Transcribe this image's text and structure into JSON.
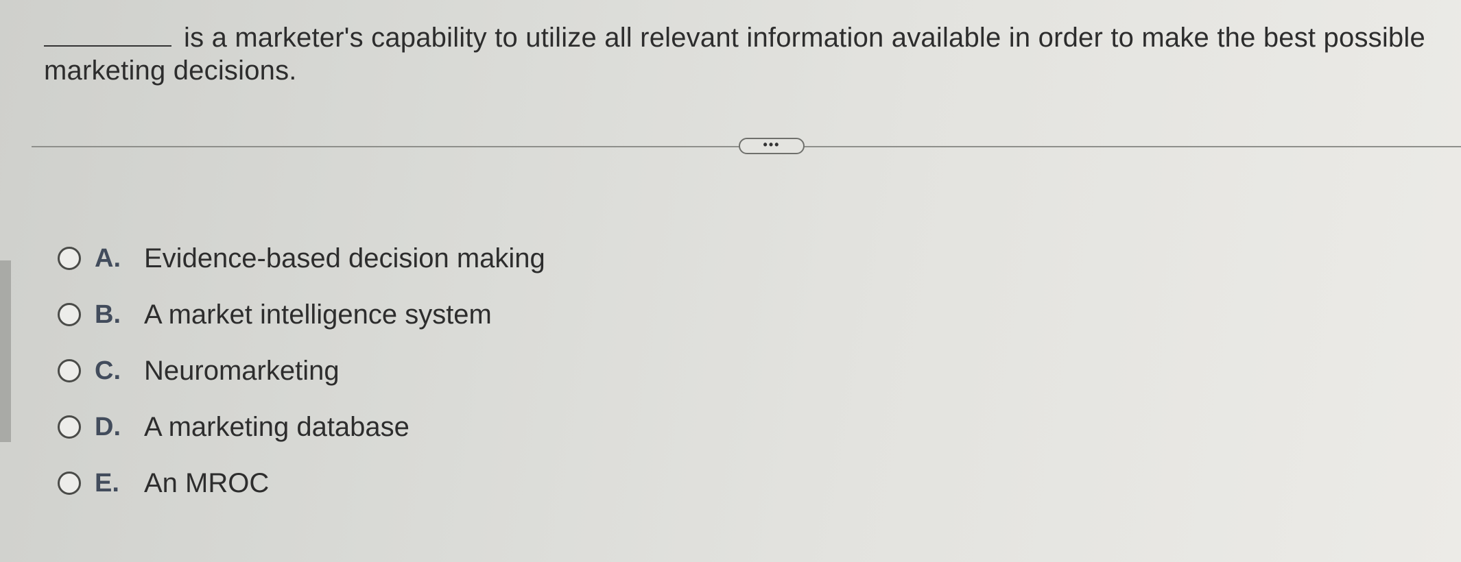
{
  "question": {
    "text": "is a marketer's capability to utilize all relevant information available in order to make the best possible marketing decisions."
  },
  "more_button": {
    "label": "•••"
  },
  "options": [
    {
      "letter": "A.",
      "text": "Evidence-based decision making"
    },
    {
      "letter": "B.",
      "text": "A market intelligence system"
    },
    {
      "letter": "C.",
      "text": "Neuromarketing"
    },
    {
      "letter": "D.",
      "text": "A marketing database"
    },
    {
      "letter": "E.",
      "text": "An MROC"
    }
  ]
}
